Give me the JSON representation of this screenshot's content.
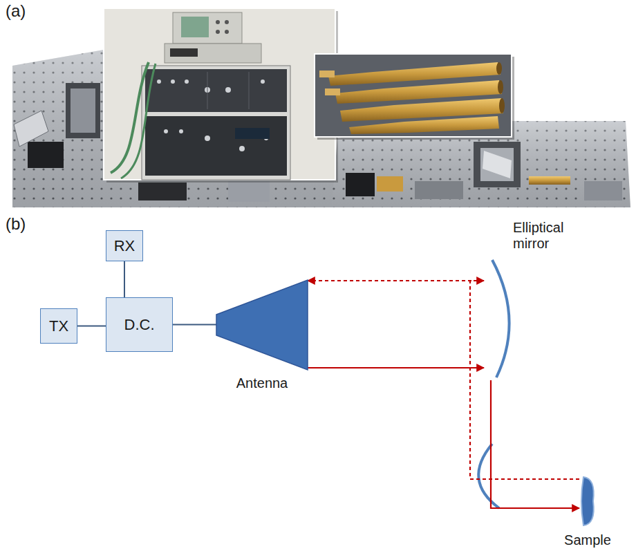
{
  "diagram": {
    "nodes": [
      {
        "text": [
          "RX"
        ]
      },
      {
        "text": [
          "TX"
        ]
      },
      {
        "text": [
          "D.C."
        ]
      },
      {
        "text": [
          "Antenna"
        ]
      },
      {
        "text": [
          "Elliptical mirror"
        ]
      },
      {
        "text": [
          "Sample"
        ]
      }
    ],
    "edges": [
      {
        "from": 1,
        "to": 2,
        "arrow": "none"
      },
      {
        "from": 0,
        "to": 2,
        "arrow": "none"
      },
      {
        "from": 2,
        "to": 3,
        "arrow": "none"
      },
      {
        "from": 3,
        "to": 4,
        "arrow": "to"
      },
      {
        "from": 4,
        "to": 5,
        "arrow": "to"
      },
      {
        "from": 5,
        "to": 4,
        "arrow": "to"
      },
      {
        "from": 4,
        "to": 3,
        "arrow": "to"
      }
    ],
    "labels": [
      "(a)",
      "(b)"
    ]
  }
}
